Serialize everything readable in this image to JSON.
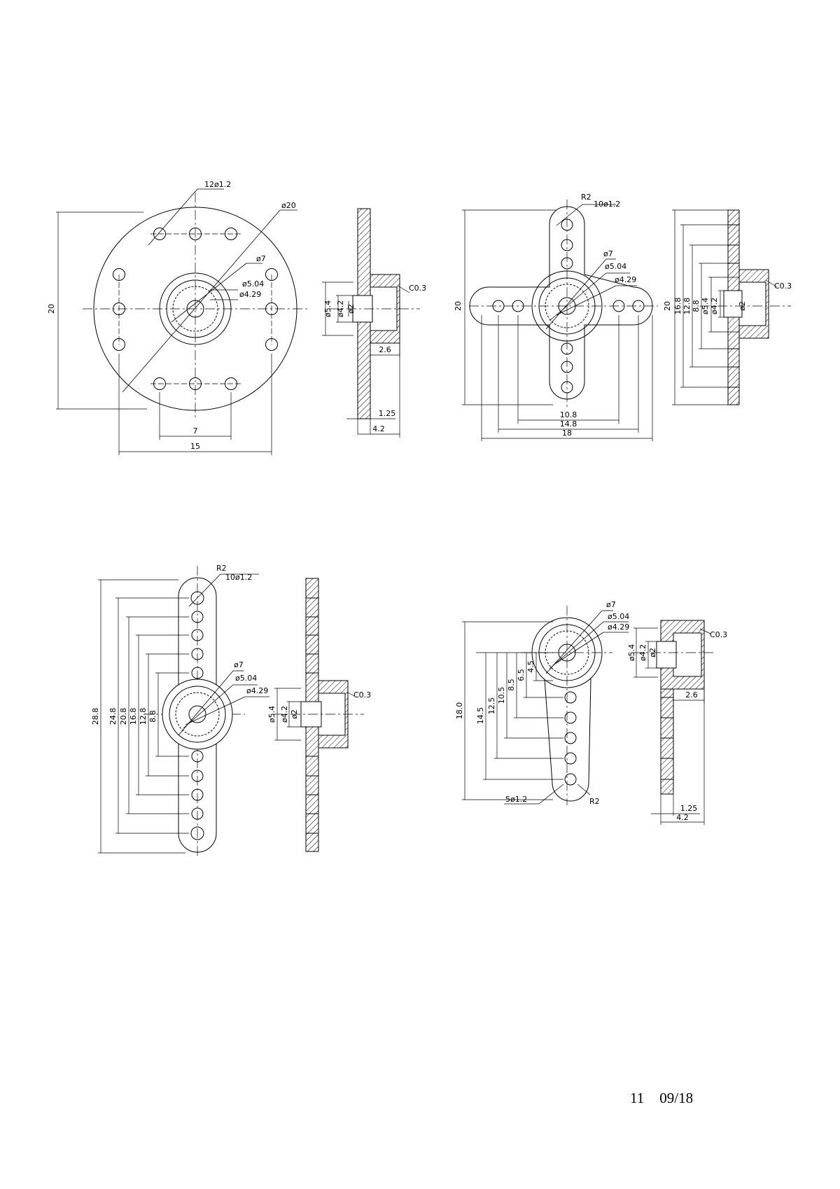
{
  "page": {
    "number": "11",
    "date": "09/18"
  },
  "horns": [
    {
      "id": "round-disc",
      "front": {
        "holes": "12ø1.2",
        "outer": "ø20",
        "hub": "ø7",
        "spline_a": "ø5.04",
        "spline_b": "ø4.29",
        "height": "20",
        "span_a": "7",
        "span_b": "15"
      },
      "side": {
        "d1": "ø5.4",
        "d2": "ø4.2",
        "d3": "ø2",
        "chamfer": "C0.3",
        "w1": "2.6",
        "w2": "1.25",
        "w3": "4.2"
      }
    },
    {
      "id": "cross-horn",
      "front": {
        "radius": "R2",
        "holes": "10ø1.2",
        "hub": "ø7",
        "spline_a": "ø5.04",
        "spline_b": "ø4.29",
        "height": "20",
        "span_a": "10.8",
        "span_b": "14.8",
        "span_c": "18"
      },
      "side": {
        "h1": "20",
        "h2": "16.8",
        "h3": "12.8",
        "h4": "8.8",
        "d1": "ø5.4",
        "d2": "ø4.2",
        "d3": "ø2",
        "chamfer": "C0.3"
      }
    },
    {
      "id": "double-arm",
      "front": {
        "radius": "R2",
        "holes": "10ø1.2",
        "hub": "ø7",
        "spline_a": "ø5.04",
        "spline_b": "ø4.29",
        "h1": "28.8",
        "h2": "24.8",
        "h3": "20.8",
        "h4": "16.8",
        "h5": "12.8",
        "h6": "8.8"
      },
      "side": {
        "d1": "ø5.4",
        "d2": "ø4.2",
        "d3": "ø2",
        "chamfer": "C0.3"
      }
    },
    {
      "id": "single-arm",
      "front": {
        "hub": "ø7",
        "spline_a": "ø5.04",
        "spline_b": "ø4.29",
        "h1": "18.0",
        "h2": "14.5",
        "h3": "12.5",
        "h4": "10.5",
        "h5": "8.5",
        "h6": "6.5",
        "h7": "4.5",
        "holes": "5ø1.2",
        "radius": "R2"
      },
      "side": {
        "d1": "ø5.4",
        "d2": "ø4.2",
        "d3": "ø2",
        "chamfer": "C0.3",
        "w1": "2.6",
        "w2": "1.25",
        "w3": "4.2"
      }
    }
  ]
}
